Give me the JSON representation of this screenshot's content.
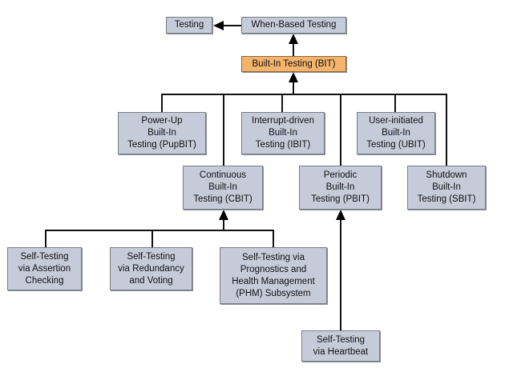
{
  "diagram": {
    "colors": {
      "node_fill": "#c6cbda",
      "highlight_fill": "#f4b46c",
      "line": "#111111"
    },
    "nodes": {
      "testing": "Testing",
      "when_based": "When-Based Testing",
      "bit": "Built-In Testing (BIT)",
      "pupbit": "Power-Up\nBuilt-In\nTesting (PupBIT)",
      "ibit": "Interrupt-driven\nBuilt-In\nTesting (IBIT)",
      "ubit": "User-initiated\nBuilt-In\nTesting (UBIT)",
      "cbit": "Continuous\nBuilt-In\nTesting (CBIT)",
      "pbit": "Periodic\nBuilt-In\nTesting (PBIT)",
      "sbit": "Shutdown\nBuilt-In\nTesting (SBIT)",
      "assertion": "Self-Testing\nvia Assertion\nChecking",
      "redundancy": "Self-Testing\nvia Redundancy\nand Voting",
      "phm": "Self-Testing via\nPrognostics and\nHealth Management\n(PHM) Subsystem",
      "heartbeat": "Self-Testing\nvia Heartbeat"
    },
    "edges": [
      {
        "from": "when_based",
        "to": "testing",
        "relation": "is-a"
      },
      {
        "from": "bit",
        "to": "when_based",
        "relation": "is-a"
      },
      {
        "from": "pupbit",
        "to": "bit",
        "relation": "is-a"
      },
      {
        "from": "cbit",
        "to": "bit",
        "relation": "is-a"
      },
      {
        "from": "ibit",
        "to": "bit",
        "relation": "is-a"
      },
      {
        "from": "pbit",
        "to": "bit",
        "relation": "is-a"
      },
      {
        "from": "ubit",
        "to": "bit",
        "relation": "is-a"
      },
      {
        "from": "sbit",
        "to": "bit",
        "relation": "is-a"
      },
      {
        "from": "assertion",
        "to": "cbit",
        "relation": "is-a"
      },
      {
        "from": "redundancy",
        "to": "cbit",
        "relation": "is-a"
      },
      {
        "from": "phm",
        "to": "cbit",
        "relation": "is-a"
      },
      {
        "from": "heartbeat",
        "to": "pbit",
        "relation": "is-a"
      }
    ]
  }
}
